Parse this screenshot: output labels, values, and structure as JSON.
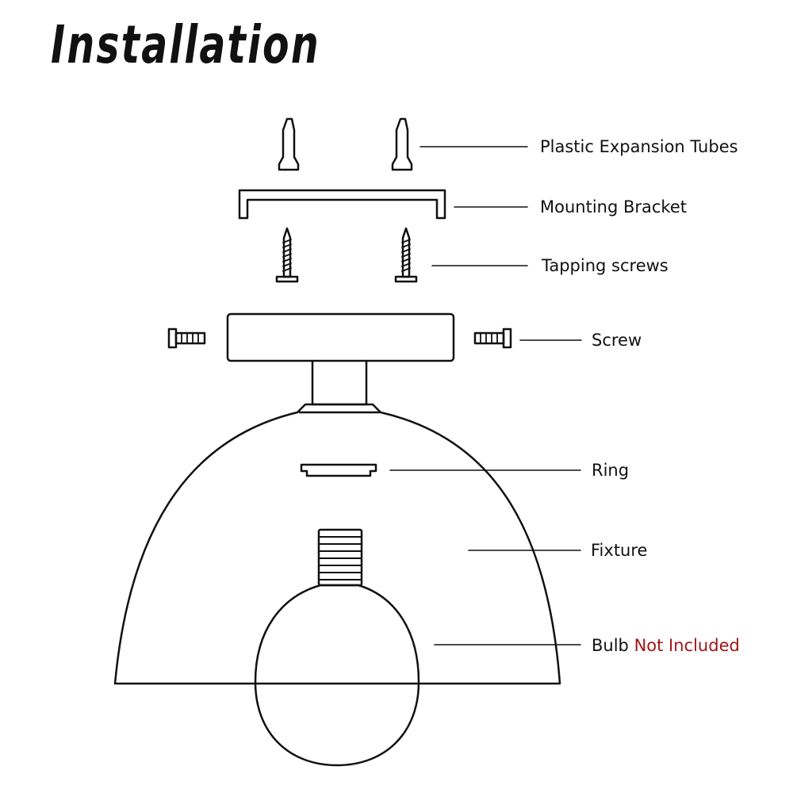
{
  "title": "Installation",
  "labels": {
    "plastic_expansion_tubes": "Plastic Expansion Tubes",
    "mounting_bracket": "Mounting Bracket",
    "tapping_screws": "Tapping screws",
    "screw": "Screw",
    "ring": "Ring",
    "fixture": "Fixture",
    "bulb": "Bulb",
    "bulb_note": "Not Included"
  },
  "colors": {
    "ink": "#111111",
    "note": "#a31515",
    "background": "#ffffff"
  }
}
